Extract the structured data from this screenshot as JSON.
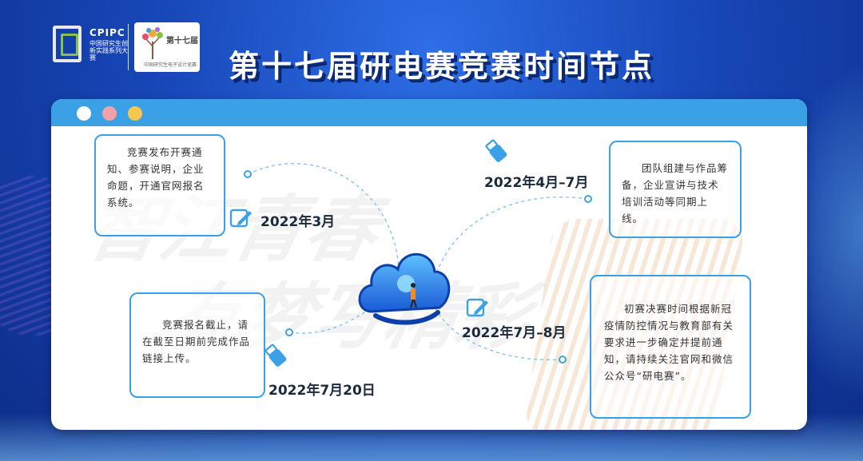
{
  "header": {
    "title": "第十七届研电赛竞赛时间节点",
    "logo1": {
      "name": "CPIPC",
      "subtitle": "中国研究生创新实践系列大赛"
    },
    "logo2": {
      "name": "第十七届",
      "subtitle": "中国研究生电子设计竞赛"
    }
  },
  "watermark": {
    "line1": "智江青春",
    "line2": "有梦写精彩"
  },
  "colors": {
    "accent": "#3aa1e6",
    "background": "#1747b8",
    "title": "#ffffff"
  },
  "timeline": [
    {
      "date": "2022年3月",
      "text": "竞赛发布开赛通知、参赛说明，企业命题，开通官网报名系统。",
      "icon": "pencil-icon"
    },
    {
      "date": "2022年4月–7月",
      "text": "团队组建与作品筹备，企业宣讲与技术培训活动等同期上线。",
      "icon": "usb-drive-icon"
    },
    {
      "date": "2022年7月20日",
      "text": "竞赛报名截止，请在截至日期前完成作品链接上传。",
      "icon": "usb-drive-icon"
    },
    {
      "date": "2022年7月–8月",
      "text": "初赛决赛时间根据新冠疫情防控情况与教育部有关要求进一步确定并提前通知，请持续关注官网和微信公众号“研电赛”。",
      "icon": "pencil-icon"
    }
  ]
}
